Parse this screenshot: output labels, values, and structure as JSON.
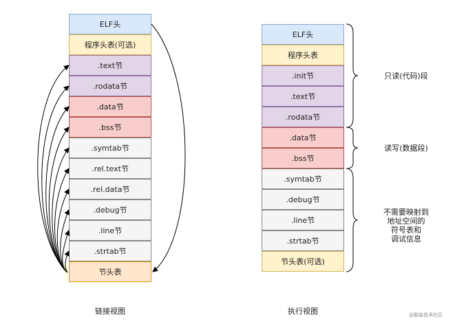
{
  "link_view": {
    "caption": "链接视图",
    "sections": [
      {
        "label": "ELF头",
        "color": "blue"
      },
      {
        "label": "程序头表(可选)",
        "color": "yellow"
      },
      {
        "label": ".text节",
        "color": "purple"
      },
      {
        "label": ".rodata节",
        "color": "purple"
      },
      {
        "label": ".data节",
        "color": "red"
      },
      {
        "label": ".bss节",
        "color": "red"
      },
      {
        "label": ".symtab节",
        "color": "gray"
      },
      {
        "label": ".rel.text节",
        "color": "gray"
      },
      {
        "label": ".rel.data节",
        "color": "gray"
      },
      {
        "label": ".debug节",
        "color": "gray"
      },
      {
        "label": ".line节",
        "color": "gray"
      },
      {
        "label": ".strtab节",
        "color": "gray"
      },
      {
        "label": "节头表",
        "color": "orange"
      }
    ]
  },
  "exec_view": {
    "caption": "执行视图",
    "sections": [
      {
        "label": "ELF头",
        "color": "blue"
      },
      {
        "label": "程序头表",
        "color": "yellow"
      },
      {
        "label": ".init节",
        "color": "purple"
      },
      {
        "label": ".text节",
        "color": "purple"
      },
      {
        "label": ".rodata节",
        "color": "purple"
      },
      {
        "label": ".data节",
        "color": "red"
      },
      {
        "label": ".bss节",
        "color": "red"
      },
      {
        "label": ".symtab节",
        "color": "gray"
      },
      {
        "label": ".debug节",
        "color": "gray"
      },
      {
        "label": ".line节",
        "color": "gray"
      },
      {
        "label": ".strtab节",
        "color": "gray"
      },
      {
        "label": "节头表(可选)",
        "color": "yellow"
      }
    ],
    "segments": [
      {
        "label": "只读(代码)段"
      },
      {
        "label": "读写(数据段)"
      },
      {
        "label": "不需要映射到\n地址空间的\n符号表和\n调试信息"
      }
    ]
  },
  "watermark": "@掘金技术社区"
}
